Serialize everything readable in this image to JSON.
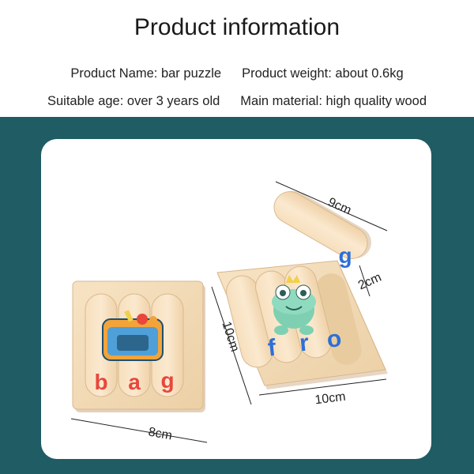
{
  "title": "Product information",
  "info": {
    "name": "Product Name: bar puzzle",
    "weight": "Product weight: about 0.6kg",
    "age": "Suitable age: over 3 years old",
    "material": "Main material: high quality wood"
  },
  "dimensions": {
    "left_width": "8cm",
    "right_height": "10cm",
    "right_width": "10cm",
    "stick_length": "9cm",
    "stick_width": "2cm"
  },
  "puzzles": {
    "left_word": [
      "b",
      "a",
      "g"
    ],
    "right_word": [
      "f",
      "r",
      "o"
    ],
    "loose_letter": "g"
  },
  "colors": {
    "teal_background": "#1f5c63",
    "wood": "#f3d9b4",
    "letter_red": "#e8473b",
    "letter_blue": "#2d6fd6"
  }
}
